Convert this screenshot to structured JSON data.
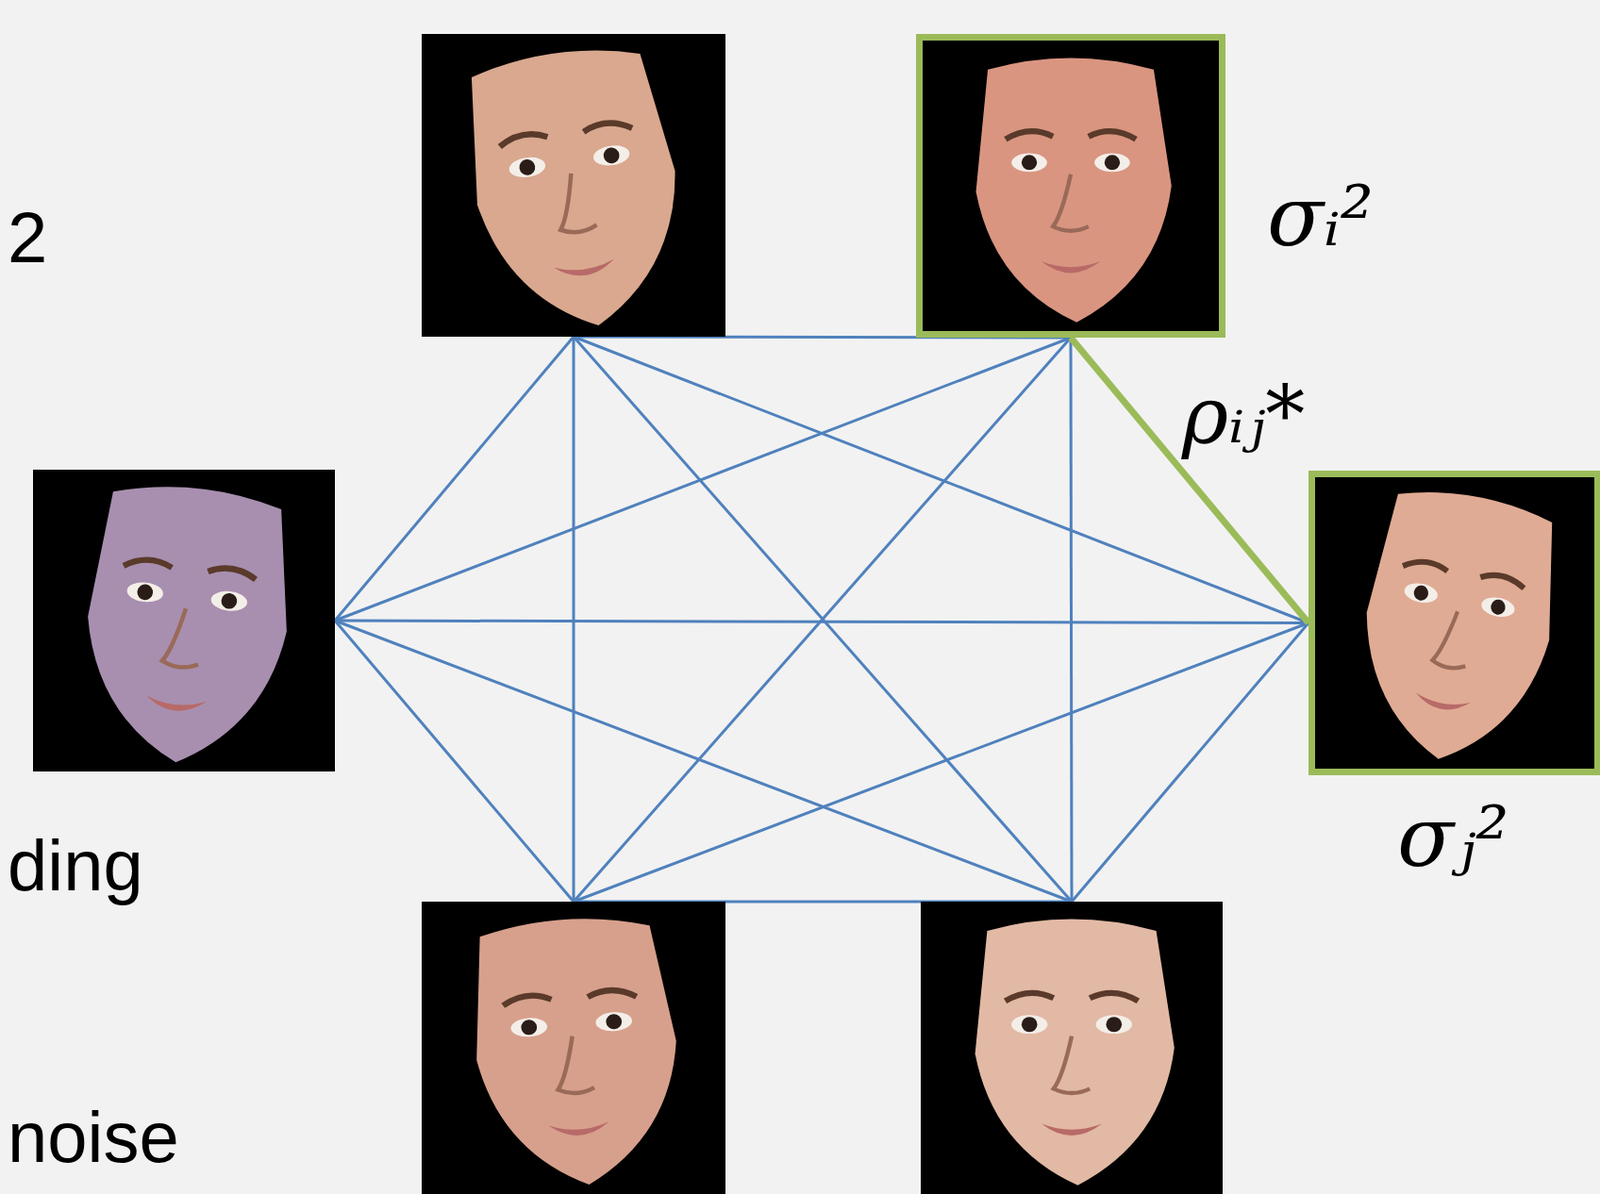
{
  "diagram": {
    "nodes": [
      {
        "text": []
      },
      {
        "text": [
          "σᵢ²"
        ]
      },
      {
        "text": []
      },
      {
        "text": [
          "σⱼ²"
        ]
      },
      {
        "text": []
      },
      {
        "text": []
      }
    ],
    "edges": [
      {
        "from": 0,
        "to": 1,
        "arrow": "none"
      },
      {
        "from": 0,
        "to": 2,
        "arrow": "none"
      },
      {
        "from": 0,
        "to": 3,
        "arrow": "none"
      },
      {
        "from": 0,
        "to": 4,
        "arrow": "none"
      },
      {
        "from": 0,
        "to": 5,
        "arrow": "none"
      },
      {
        "from": 1,
        "to": 2,
        "arrow": "none"
      },
      {
        "from": 1,
        "to": 3,
        "label": "ρᵢⱼ*",
        "arrow": "none"
      },
      {
        "from": 1,
        "to": 4,
        "arrow": "none"
      },
      {
        "from": 1,
        "to": 5,
        "arrow": "none"
      },
      {
        "from": 2,
        "to": 3,
        "arrow": "none"
      },
      {
        "from": 2,
        "to": 4,
        "arrow": "none"
      },
      {
        "from": 2,
        "to": 5,
        "arrow": "none"
      },
      {
        "from": 3,
        "to": 4,
        "arrow": "none"
      },
      {
        "from": 3,
        "to": 5,
        "arrow": "none"
      },
      {
        "from": 4,
        "to": 5,
        "arrow": "none"
      }
    ],
    "labels": [
      "2",
      "ding",
      "noise"
    ]
  }
}
